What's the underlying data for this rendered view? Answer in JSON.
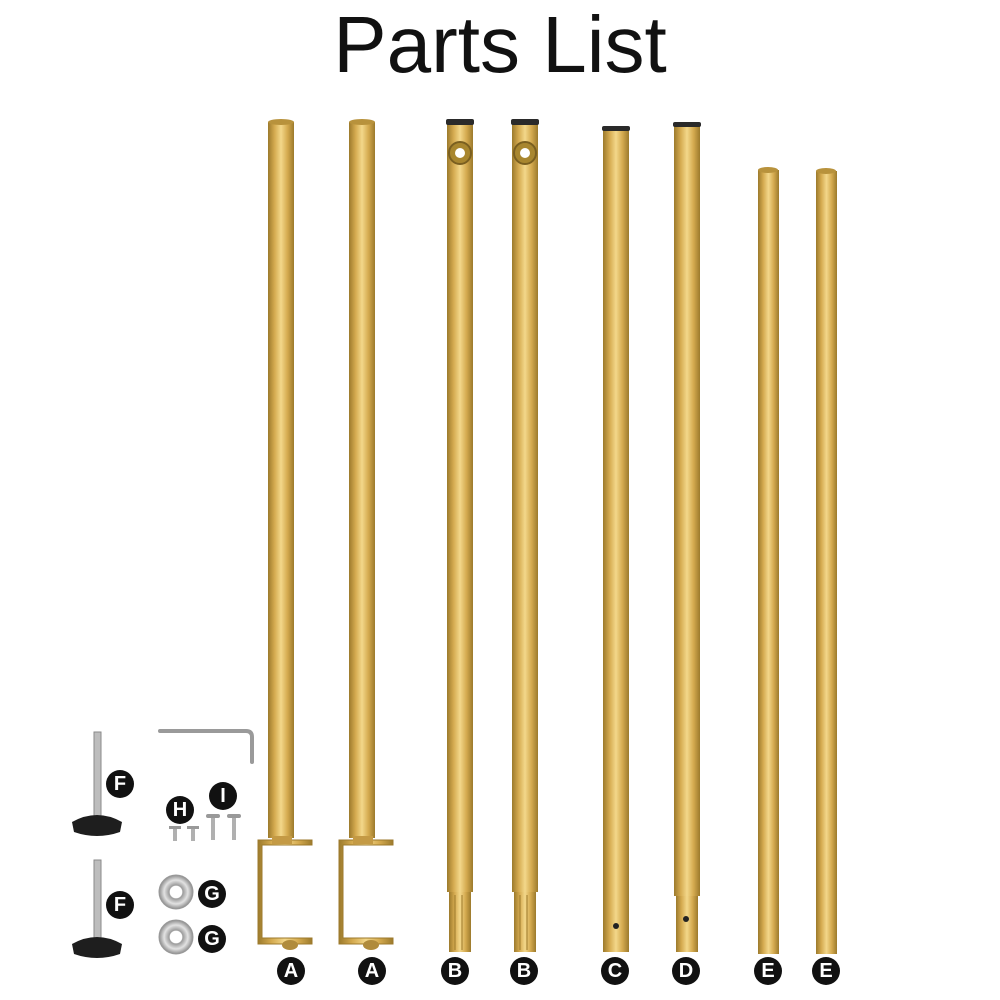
{
  "title": "Parts List",
  "colors": {
    "gold_dark": "#9c7a2c",
    "gold_mid": "#d4aa4f",
    "gold_light": "#f3d78a",
    "cap": "#2a2a2a",
    "hardware": "#b9b9b9"
  },
  "parts": [
    {
      "label": "A",
      "name": "rod with U-bracket"
    },
    {
      "label": "A",
      "name": "rod with U-bracket"
    },
    {
      "label": "B",
      "name": "rod with top hole"
    },
    {
      "label": "B",
      "name": "rod with top hole"
    },
    {
      "label": "C",
      "name": "rod"
    },
    {
      "label": "D",
      "name": "rod"
    },
    {
      "label": "E",
      "name": "thin rod"
    },
    {
      "label": "E",
      "name": "thin rod"
    }
  ],
  "hardware": {
    "F": "F",
    "G": "G",
    "H": "H",
    "I": "I"
  }
}
